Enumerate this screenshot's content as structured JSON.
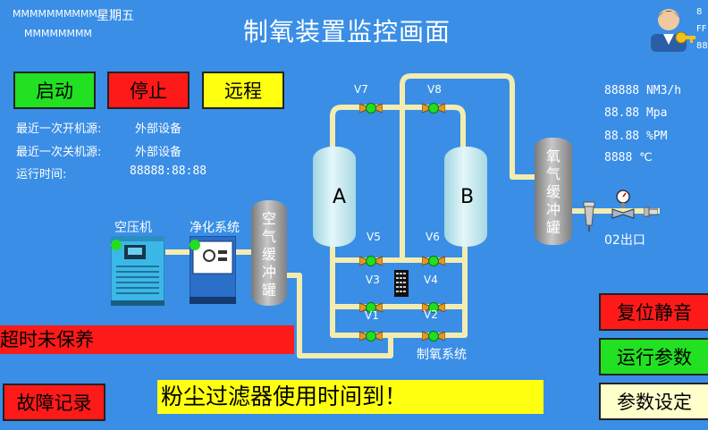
{
  "header": {
    "date_line": "MMMMMMMMMM",
    "weekday": "星期五",
    "time_line": "MMMMMMMM",
    "title": "制氧装置监控画面",
    "user_lines": [
      "8",
      "FF",
      "88"
    ]
  },
  "controls": {
    "start": "启动",
    "stop": "停止",
    "remote": "远程"
  },
  "info": {
    "last_start_label": "最近一次开机源:",
    "last_start_value": "外部设备",
    "last_stop_label": "最近一次关机源:",
    "last_stop_value": "外部设备",
    "runtime_label": "运行时间:",
    "runtime_value": "88888:88:88"
  },
  "process": {
    "compressor_label": "空压机",
    "purifier_label": "净化系统",
    "air_buffer_label": "空气缓冲罐",
    "tank_a": "A",
    "tank_b": "B",
    "oxygen_buffer_label": "氧气缓冲罐",
    "o2_outlet_label": "02出口",
    "system_label": "制氧系统",
    "valves": [
      "V7",
      "V8",
      "V5",
      "V6",
      "V3",
      "V4",
      "V1",
      "V2"
    ]
  },
  "readouts": {
    "flow_value": "88888",
    "flow_unit": "NM3/h",
    "pressure_value": "88.88",
    "pressure_unit": "Mpa",
    "purity_value": "88.88",
    "purity_unit": "%PM",
    "temp_value": "8888",
    "temp_unit": "℃"
  },
  "alarms": {
    "maintenance": "超时未保养",
    "filter_message": "粉尘过滤器使用时间到！"
  },
  "buttons": {
    "fault_log": "故障记录",
    "reset_mute": "复位静音",
    "run_params": "运行参数",
    "param_settings": "参数设定"
  },
  "colors": {
    "background": "#3a8ee6",
    "start_green": "#22e022",
    "stop_red": "#ff1a1a",
    "remote_yellow": "#ffff10",
    "pipe": "#f3ecb0",
    "valve_green": "#22dd22",
    "valve_body": "#e09a2a"
  }
}
